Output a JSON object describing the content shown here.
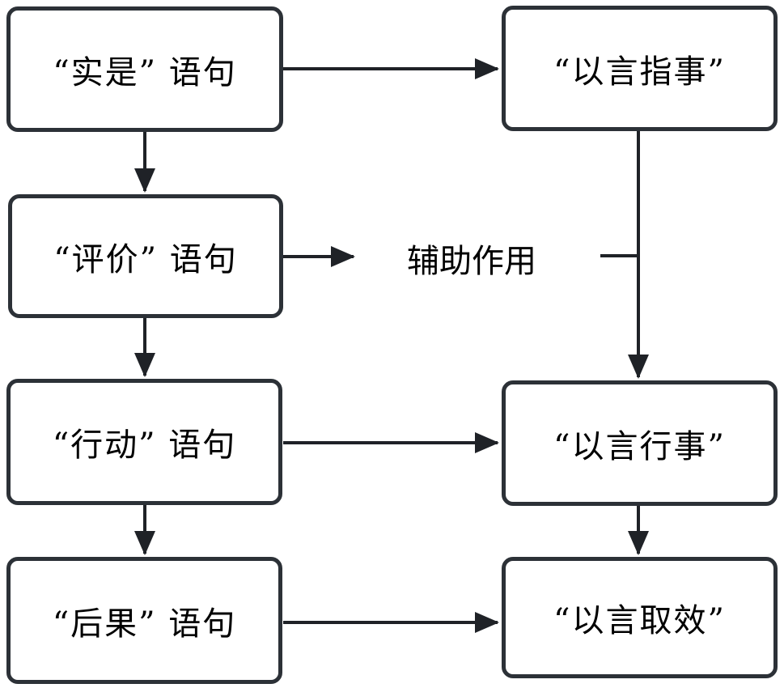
{
  "diagram": {
    "title": "speech-act-flowchart",
    "nodes": {
      "shishi": {
        "label": "“实是” 语句"
      },
      "pingjia": {
        "label": "“评价” 语句"
      },
      "xingdong": {
        "label": "“行动” 语句"
      },
      "houguo": {
        "label": "“后果” 语句"
      },
      "yiyan_zhishi": {
        "label": "“以言指事”"
      },
      "yiyan_xingshi": {
        "label": "“以言行事”"
      },
      "yiyan_quxiao": {
        "label": "“以言取效”"
      }
    },
    "annotations": {
      "auxiliary_label": "辅助作用"
    },
    "edges": [
      {
        "from": "shishi",
        "to": "yiyan_zhishi",
        "arrow": true,
        "direction": "right"
      },
      {
        "from": "shishi",
        "to": "pingjia",
        "arrow": true,
        "direction": "down"
      },
      {
        "from": "pingjia",
        "to": "auxiliary_label",
        "arrow": true,
        "direction": "right"
      },
      {
        "from": "pingjia",
        "to": "xingdong",
        "arrow": true,
        "direction": "down"
      },
      {
        "from": "yiyan_zhishi",
        "to": "yiyan_xingshi",
        "arrow": true,
        "direction": "down"
      },
      {
        "from": "auxiliary_label",
        "to": "yiyan_zhishi_to_yiyan_xingshi_line",
        "arrow": false,
        "direction": "right",
        "note": "tick junction"
      },
      {
        "from": "xingdong",
        "to": "yiyan_xingshi",
        "arrow": true,
        "direction": "right"
      },
      {
        "from": "xingdong",
        "to": "houguo",
        "arrow": true,
        "direction": "down"
      },
      {
        "from": "houguo",
        "to": "yiyan_quxiao",
        "arrow": true,
        "direction": "right"
      },
      {
        "from": "yiyan_xingshi",
        "to": "yiyan_quxiao",
        "arrow": true,
        "direction": "down"
      }
    ],
    "colors": {
      "background": "#ffffff",
      "box_border": "#2c3137",
      "box_fill": "#ffffff",
      "line": "#1f2227",
      "text": "#000000"
    }
  }
}
